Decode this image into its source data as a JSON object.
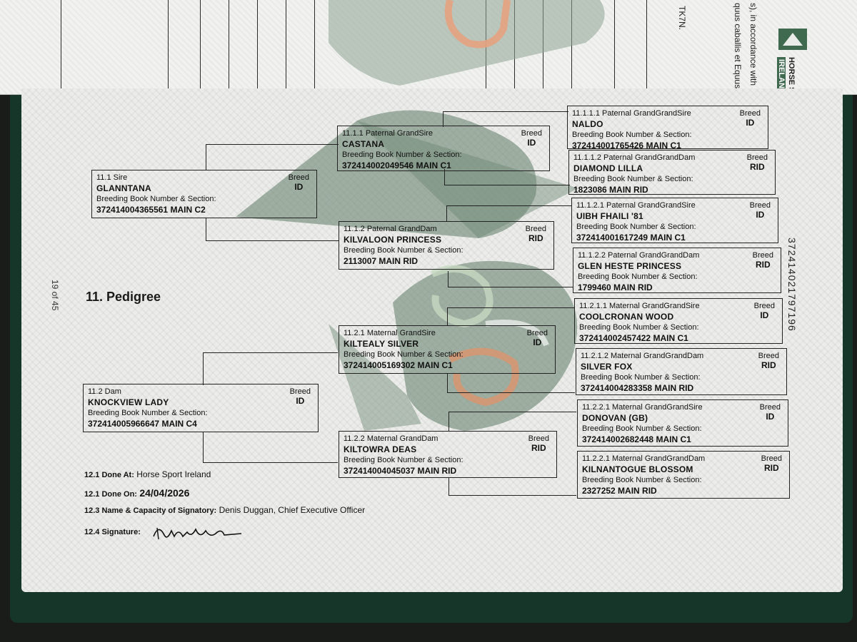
{
  "page_number": "19 of 45",
  "section_title": "11. Pedigree",
  "side_identifier": "372414021797196",
  "top_page": {
    "text_1": "TK7N.",
    "text_2": "s), in accordance with",
    "text_3": "quus caballis et Equus as",
    "logo_text_1": "HORSE SP",
    "logo_text_2": "IRELAND"
  },
  "labels": {
    "bb": "Breeding Book Number & Section:",
    "breed": "Breed"
  },
  "entries": {
    "sire": {
      "role": "11.1 Sire",
      "name": "GLANNTANA",
      "number": "372414004365561 MAIN C2",
      "breed": "ID"
    },
    "dam": {
      "role": "11.2 Dam",
      "name": "KNOCKVIEW LADY",
      "number": "372414005966647 MAIN C4",
      "breed": "ID"
    },
    "pgs": {
      "role": "11.1.1 Paternal GrandSire",
      "name": "CASTANA",
      "number": "372414002049546 MAIN C1",
      "breed": "ID"
    },
    "pgd": {
      "role": "11.1.2 Paternal GrandDam",
      "name": "KILVALOON PRINCESS",
      "number": "2113007 MAIN RID",
      "breed": "RID"
    },
    "mgs": {
      "role": "11.2.1 Maternal GrandSire",
      "name": "KILTEALY SILVER",
      "number": "372414005169302 MAIN C1",
      "breed": "ID"
    },
    "mgd": {
      "role": "11.2.2 Maternal GrandDam",
      "name": "KILTOWRA DEAS",
      "number": "372414004045037 MAIN RID",
      "breed": "RID"
    },
    "g1": {
      "role": "11.1.1.1 Paternal GrandGrandSire",
      "name": "NALDO",
      "number": "372414001765426 MAIN C1",
      "breed": "ID"
    },
    "g2": {
      "role": "11.1.1.2 Paternal GrandGrandDam",
      "name": "DIAMOND LILLA",
      "number": "1823086 MAIN RID",
      "breed": "RID"
    },
    "g3": {
      "role": "11.1.2.1 Paternal GrandGrandSire",
      "name": "UIBH FHAILI '81",
      "number": "372414001617249 MAIN C1",
      "breed": "ID"
    },
    "g4": {
      "role": "11.1.2.2 Paternal GrandGrandDam",
      "name": "GLEN HESTE PRINCESS",
      "number": "1799460 MAIN RID",
      "breed": "RID"
    },
    "g5": {
      "role": "11.2.1.1 Maternal GrandGrandSire",
      "name": "COOLCRONAN WOOD",
      "number": "372414002457422 MAIN C1",
      "breed": "ID"
    },
    "g6": {
      "role": "11.2.1.2 Maternal GrandGrandDam",
      "name": "SILVER FOX",
      "number": "372414004283358 MAIN RID",
      "breed": "RID"
    },
    "g7": {
      "role": "11.2.2.1 Maternal GrandGrandSire",
      "name": "DONOVAN (GB)",
      "number": "372414002682448 MAIN C1",
      "breed": "ID"
    },
    "g8": {
      "role": "11.2.2.1 Maternal GrandGrandDam",
      "name": "KILNANTOGUE BLOSSOM",
      "number": "2327252 MAIN RID",
      "breed": "RID"
    }
  },
  "footer": {
    "done_at_label": "12.1 Done At:",
    "done_at_value": "Horse Sport Ireland",
    "done_on_label": "12.1 Done On:",
    "done_on_value": "24/04/2026",
    "signatory_label": "12.3 Name & Capacity of Signatory:",
    "signatory_value": "Denis Duggan, Chief Executive Officer",
    "signature_label": "12.4 Signature:"
  },
  "colors": {
    "watermark_green": "#5f7a66",
    "watermark_orange": "#e0916a",
    "cover_green": "#17362a"
  }
}
